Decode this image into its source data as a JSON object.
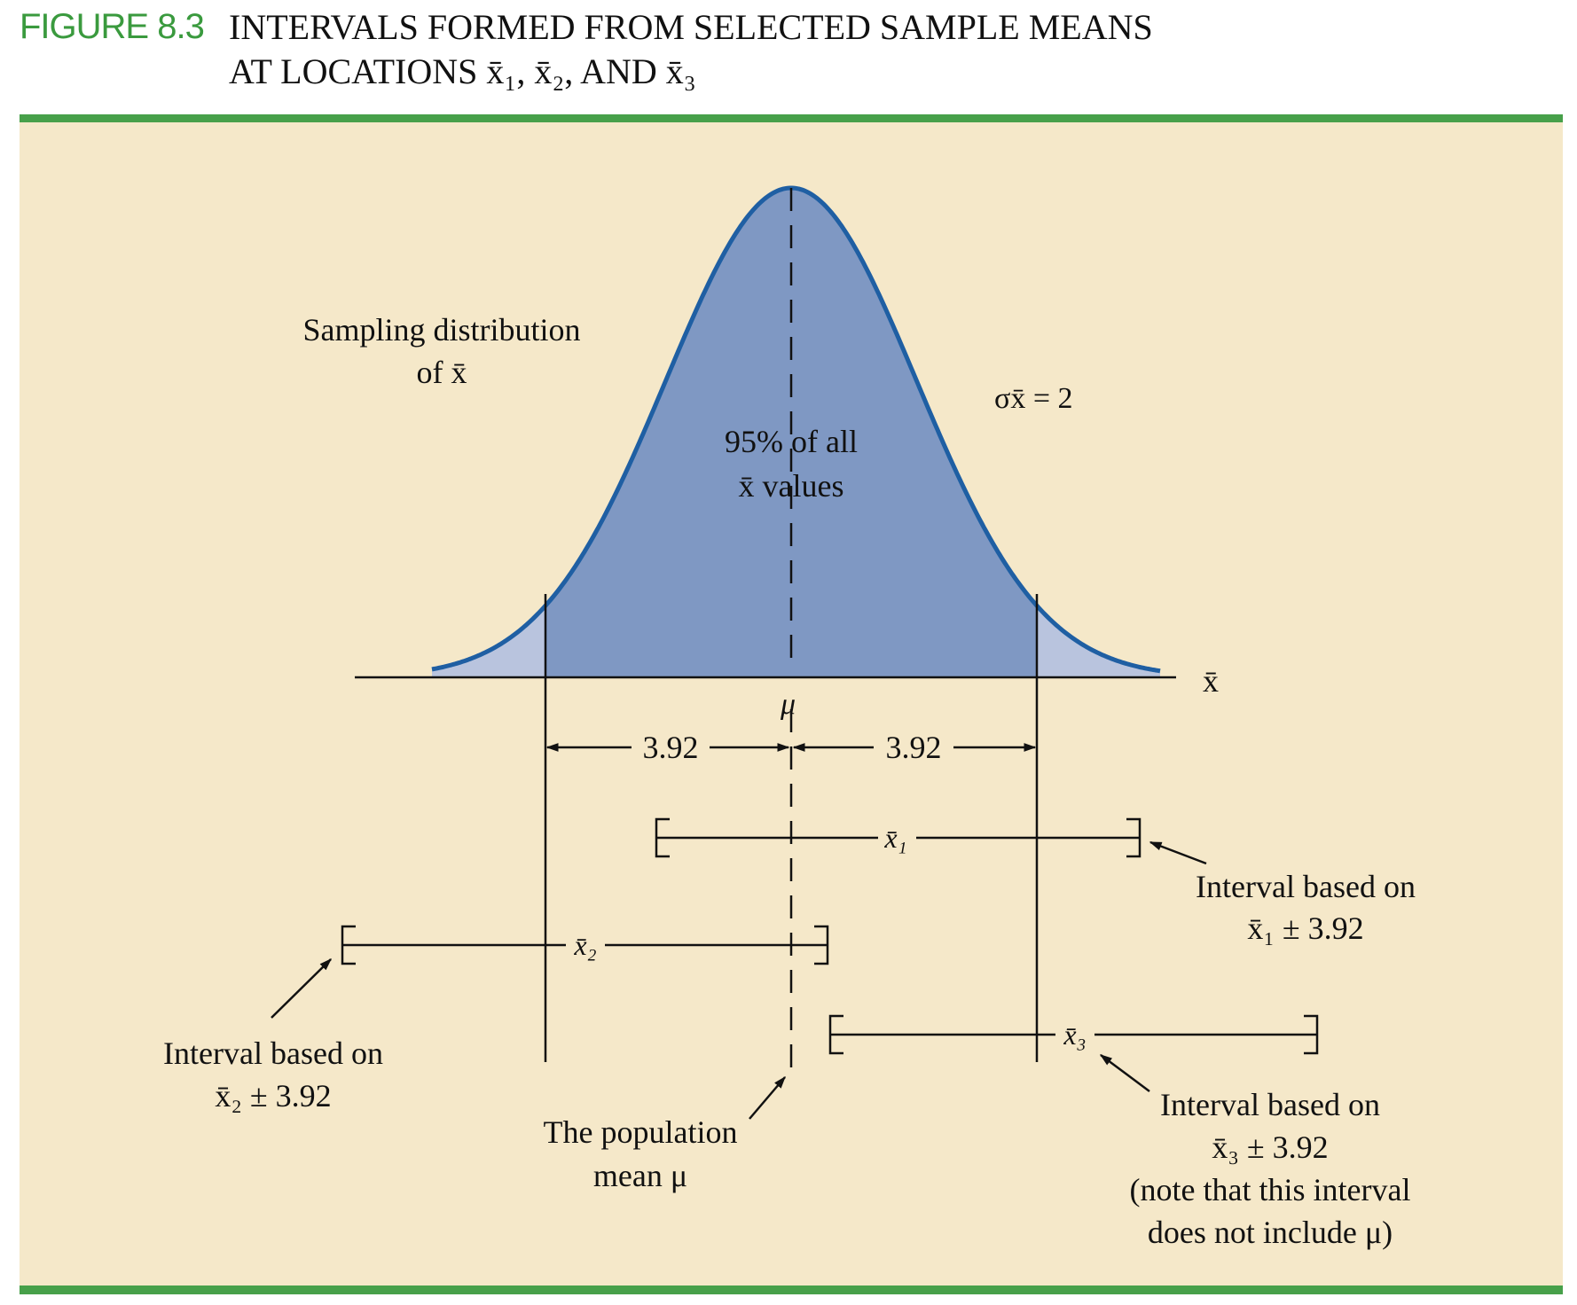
{
  "header": {
    "figure_number": "FIGURE 8.3",
    "title_line1": "INTERVALS FORMED FROM SELECTED SAMPLE MEANS",
    "title_line2": "AT LOCATIONS x̄₁, x̄₂, AND x̄₃"
  },
  "diagram": {
    "sampling_label_line1": "Sampling distribution",
    "sampling_label_line2": "of x̄",
    "sigma_label": "σx̄ = 2",
    "center_label_line1": "95% of all",
    "center_label_line2": "x̄ values",
    "axis_label": "x̄",
    "mu_label": "μ",
    "margin_left": "3.92",
    "margin_right": "3.92",
    "xbar1": "x̄₁",
    "xbar2": "x̄₂",
    "xbar3": "x̄₃",
    "callout1_line1": "Interval based on",
    "callout1_line2": "x̄₁ ± 3.92",
    "callout2_line1": "Interval based on",
    "callout2_line2": "x̄₂ ± 3.92",
    "callout3_line1": "Interval based on",
    "callout3_line2": "x̄₃ ± 3.92",
    "callout3_line3": "(note that this interval",
    "callout3_line4": "does not include μ)",
    "population_line1": "The population",
    "population_line2": "mean μ",
    "colors": {
      "curve_stroke": "#1f5fa3",
      "center_fill": "#7f98c3",
      "tail_fill": "#b9c4de",
      "panel_bg": "#f5e8c9",
      "rule": "#47a04a",
      "figure_number": "#3a9a3e"
    }
  }
}
